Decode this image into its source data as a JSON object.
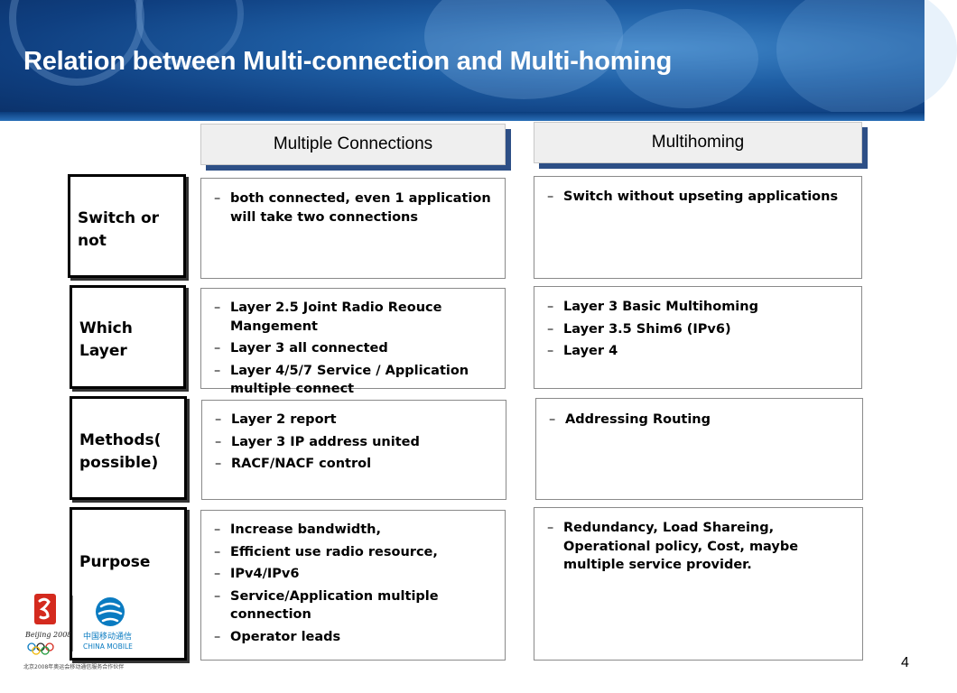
{
  "slide": {
    "title": "Relation between Multi-connection and Multi-homing",
    "page_number": "4"
  },
  "columns": [
    {
      "label": "Multiple Connections"
    },
    {
      "label": "Multihoming"
    }
  ],
  "rows": [
    {
      "label": "Switch or not",
      "multiple_connections": [
        "both connected, even 1 application will take two connections"
      ],
      "multihoming": [
        "Switch without upseting applications"
      ]
    },
    {
      "label": "Which Layer",
      "multiple_connections": [
        "Layer 2.5 Joint Radio Reouce Mangement",
        "Layer 3 all connected",
        "Layer 4/5/7 Service / Application multiple connect"
      ],
      "multihoming": [
        "Layer 3 Basic Multihoming",
        "Layer 3.5 Shim6 (IPv6)",
        "Layer 4"
      ]
    },
    {
      "label": "Methods( possible)",
      "multiple_connections": [
        "Layer 2 report",
        "Layer 3 IP address united",
        "RACF/NACF control"
      ],
      "multihoming": [
        "Addressing Routing"
      ]
    },
    {
      "label": "Purpose",
      "multiple_connections": [
        "Increase bandwidth,",
        "Efficient use radio resource,",
        "IPv4/IPv6",
        "Service/Application multiple connection",
        "Operator leads"
      ],
      "multihoming": [
        "Redundancy, Load Shareing, Operational policy, Cost, maybe multiple service provider."
      ]
    }
  ],
  "bullet": "–",
  "logos": {
    "beijing_text": "Beijing 2008",
    "china_mobile_cn": "中国移动通信",
    "china_mobile_en": "CHINA MOBILE",
    "caption": "北京2008年奥运会移动通信服务合作伙伴"
  },
  "colors": {
    "banner_dark": "#0a2f66",
    "banner_light": "#3f86c8",
    "header_shadow": "#2d4f86",
    "olympic_red": "#d42a1e",
    "china_mobile_blue": "#0a7bc1"
  }
}
